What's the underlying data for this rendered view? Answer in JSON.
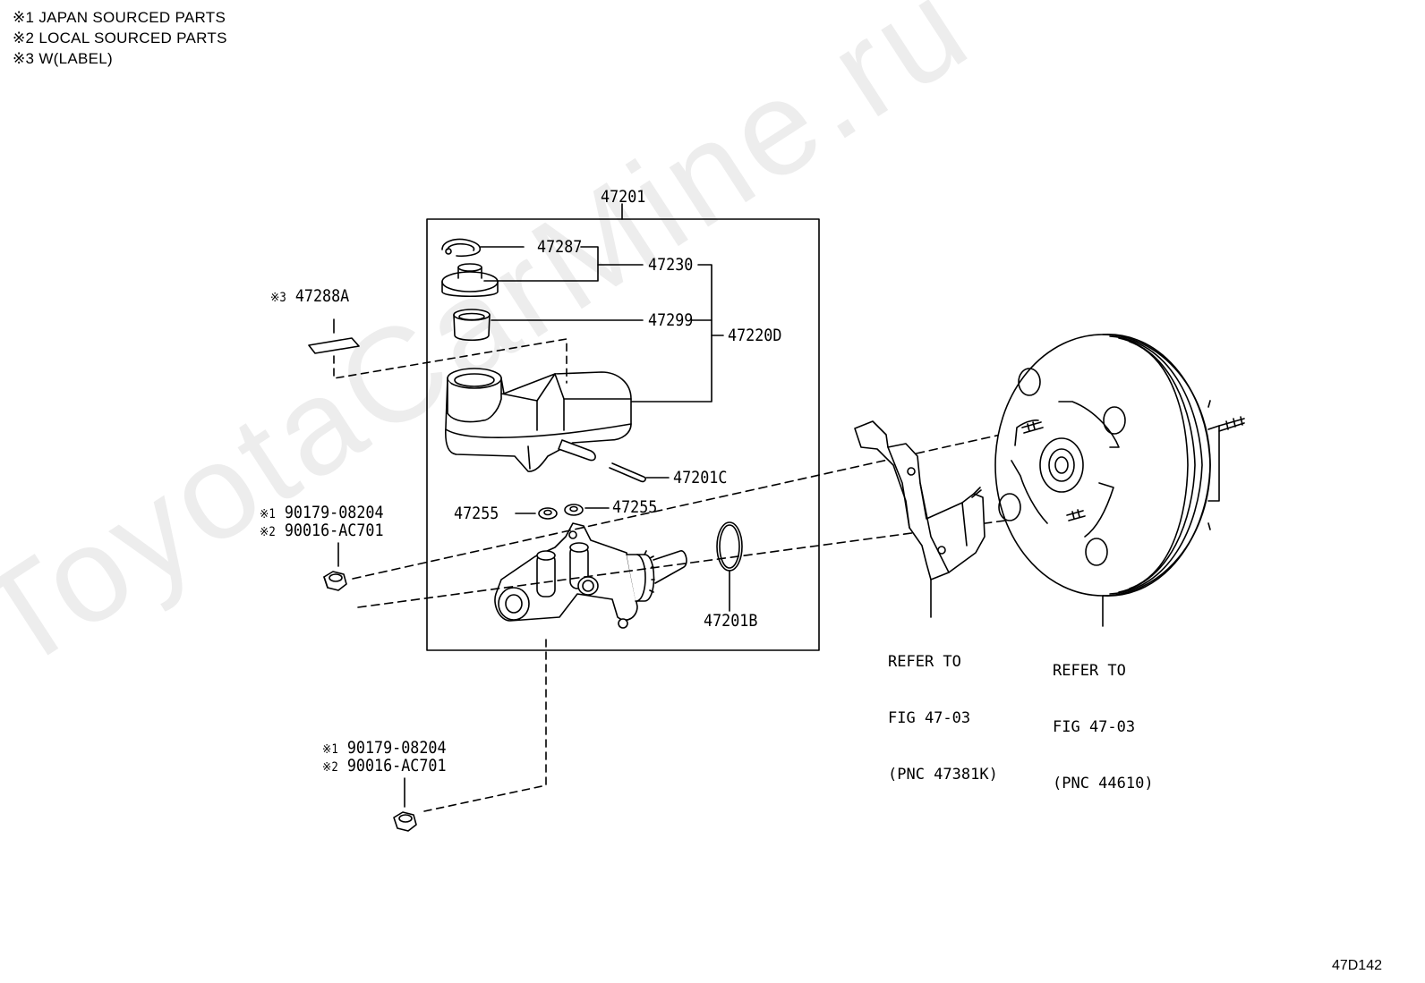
{
  "legend": {
    "line1": "※1 JAPAN SOURCED PARTS",
    "line2": "※2 LOCAL SOURCED PARTS",
    "line3": "※3 W(LABEL)"
  },
  "watermark": "ToyotaCarMine.ru",
  "drawing_id": "47D142",
  "parts": {
    "p47201": "47201",
    "p47287": "47287",
    "p47230": "47230",
    "p47299": "47299",
    "p47220D": "47220D",
    "p47201C": "47201C",
    "p47255_left": "47255",
    "p47255_right": "47255",
    "p47201B": "47201B",
    "label_note": "※3",
    "p47288A": "47288A",
    "nut1_j_note": "※1",
    "nut1_j": "90179-08204",
    "nut1_l_note": "※2",
    "nut1_l": "90016-AC701",
    "nut2_j_note": "※1",
    "nut2_j": "90179-08204",
    "nut2_l_note": "※2",
    "nut2_l": "90016-AC701"
  },
  "refer": {
    "bracket_line1": "REFER TO",
    "bracket_line2": "FIG 47-03",
    "bracket_line3": "(PNC 47381K)",
    "booster_line1": "REFER TO",
    "booster_line2": "FIG 47-03",
    "booster_line3": "(PNC 44610)"
  }
}
